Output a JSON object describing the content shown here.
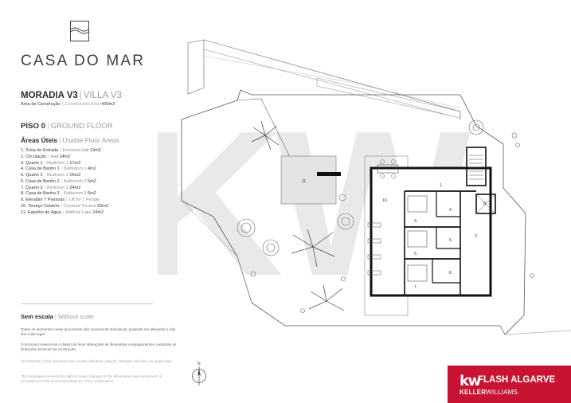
{
  "brand": {
    "name": "CASA DO MAR",
    "wave_icon": "wave-lines-icon"
  },
  "property": {
    "type_pt": "MORADIA V3",
    "type_en": "VILLA V3",
    "area_label_pt": "Área de Construção",
    "area_label_en": "Construction Area",
    "area_value": "430m2"
  },
  "floor": {
    "name_pt": "PISO 0",
    "name_en": "GROUND FLOOR"
  },
  "areas": {
    "title_pt": "Áreas Úteis",
    "title_en": "Usable Floor Areas",
    "rooms": [
      {
        "pt": "1. Zona de Entrada",
        "en": "Entrance Hall",
        "value": "19m2"
      },
      {
        "pt": "2. Circulação",
        "en": "Hall",
        "value": "14m2"
      },
      {
        "pt": "3. Quarto 1",
        "en": "Bedroom 1",
        "value": "17m2"
      },
      {
        "pt": "4. Casa de Banho 1",
        "en": "Bathroom 1",
        "value": "4m2"
      },
      {
        "pt": "5. Quarto 2",
        "en": "Bedroom 2",
        "value": "16m2"
      },
      {
        "pt": "6. Casa de Banho 2",
        "en": "Bathroom 2",
        "value": "5m2"
      },
      {
        "pt": "7. Quarto 3",
        "en": "Bedroom 3",
        "value": "24m2"
      },
      {
        "pt": "8. Casa de Banho 3",
        "en": "Bathroom 3",
        "value": "6m2"
      },
      {
        "pt": "9. Elevador 7 Pessoas",
        "en": "Lift for 7 People",
        "value": ""
      },
      {
        "pt": "10. Terraço Coberto",
        "en": "Covered Terrace",
        "value": "55m2"
      },
      {
        "pt": "11. Espelho de Água",
        "en": "Artificial Lake",
        "value": "24m2"
      }
    ]
  },
  "scale": {
    "pt": "Sem escala",
    "en": "Without scale"
  },
  "disclaimer": {
    "pt_1": "Todos os elementos neste documento são meramente indicativos, podendo ser alterados e não têm valor legal.",
    "pt_2": "O promotor reserva-se o direito de fazer alterações às dimensões e equipamentos, mediante as limitações técnicas da construção.",
    "en_1": "All elements of this document are merely indicative, may be changed and have no legal value.",
    "en_2": "The developer reserves the right to make changes to the dimensions and equipment, in accordance to the technical limitations of the construction."
  },
  "plan": {
    "labels": [
      "1.",
      "2.",
      "3.",
      "4.",
      "5.",
      "6.",
      "7.",
      "8.",
      "9.",
      "10.",
      "11."
    ],
    "watermark": "KW"
  },
  "compass": {
    "north": "N"
  },
  "agency": {
    "mark": "kw",
    "name": "FLASH ALGARVE",
    "sub_bold": "KELLER",
    "sub_rest": "WILLIAMS."
  },
  "colors": {
    "agency_red": "#c81432",
    "watermark_gray": "#e9e9e9",
    "text_dark": "#2e2e2e",
    "text_muted": "#9c9c9c"
  }
}
